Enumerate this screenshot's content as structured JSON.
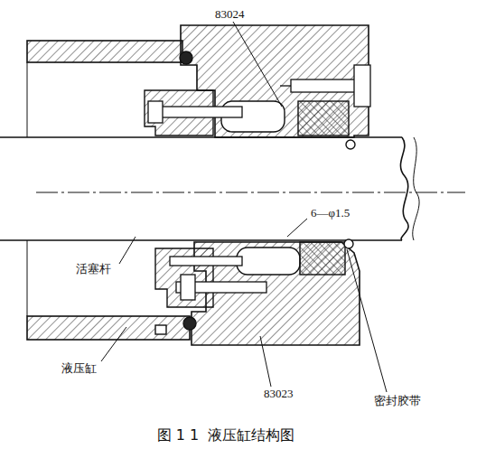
{
  "diagram": {
    "caption": "图 1 1  液压缸结构图",
    "labels": [
      "83024",
      "6—φ1.5",
      "活塞杆",
      "液压缸",
      "83023",
      "密封胶带"
    ]
  }
}
